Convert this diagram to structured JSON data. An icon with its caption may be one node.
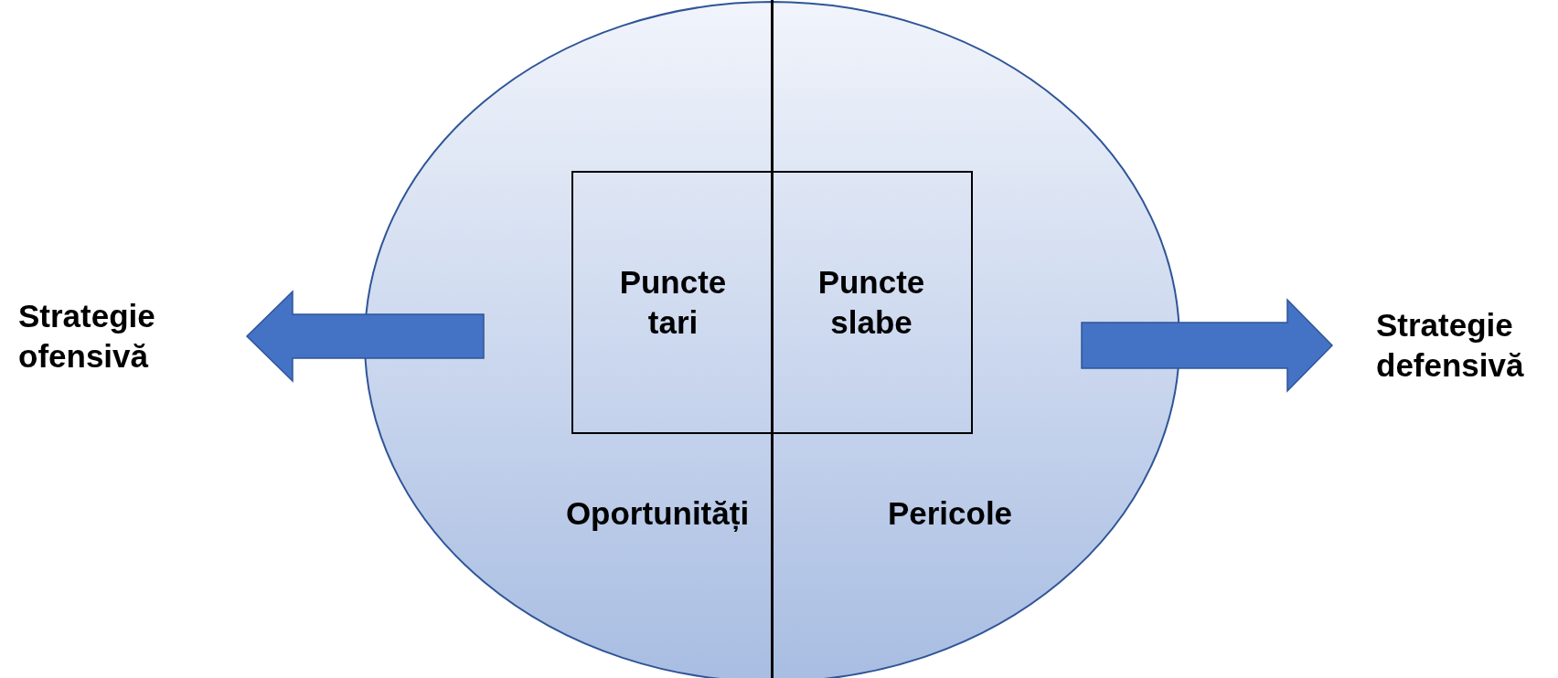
{
  "diagram": {
    "nodes": [
      {
        "text": [
          "Oportunități"
        ]
      },
      {
        "text": [
          "Pericole"
        ]
      },
      {
        "text": [
          "Puncte tari"
        ],
        "in": 0
      },
      {
        "text": [
          "Puncte slabe"
        ],
        "in": 1
      },
      {
        "text": [
          "Strategie ofensivă"
        ]
      },
      {
        "text": [
          "Strategie defensivă"
        ]
      }
    ],
    "edges": [
      {
        "from": 0,
        "to": 4,
        "arrow": "to",
        "style": "thick",
        "color": "#4472c4"
      },
      {
        "from": 1,
        "to": 5,
        "arrow": "to",
        "style": "thick",
        "color": "#4472c4"
      }
    ]
  }
}
